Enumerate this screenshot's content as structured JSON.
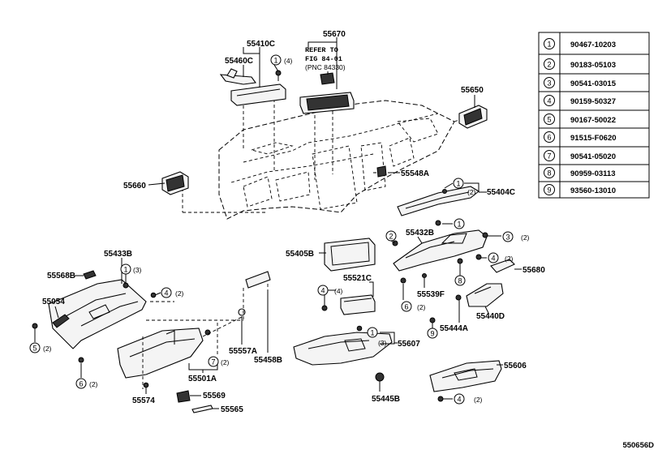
{
  "diagram_id": "550656D",
  "reference_note": {
    "line1": "REFER TO",
    "line2": "FIG 84-01",
    "line3": "(PNC 84330)"
  },
  "legend": [
    {
      "key": "1",
      "part_number": "90467-10203"
    },
    {
      "key": "2",
      "part_number": "90183-05103"
    },
    {
      "key": "3",
      "part_number": "90541-03015"
    },
    {
      "key": "4",
      "part_number": "90159-50327"
    },
    {
      "key": "5",
      "part_number": "90167-50022"
    },
    {
      "key": "6",
      "part_number": "91515-F0620"
    },
    {
      "key": "7",
      "part_number": "90541-05020"
    },
    {
      "key": "8",
      "part_number": "90959-03113"
    },
    {
      "key": "9",
      "part_number": "93560-13010"
    }
  ],
  "parts": {
    "p55410C": "55410C",
    "p55460C": "55460C",
    "p55670": "55670",
    "p55650": "55650",
    "p55660": "55660",
    "p55548A": "55548A",
    "p55404C": "55404C",
    "p55432B": "55432B",
    "p55433B": "55433B",
    "p55568B": "55568B",
    "p55054": "55054",
    "p55405B": "55405B",
    "p55521C": "55521C",
    "p55539F": "55539F",
    "p55680": "55680",
    "p55440D": "55440D",
    "p55444A": "55444A",
    "p55607": "55607",
    "p55557A": "55557A",
    "p55458B": "55458B",
    "p55501A": "55501A",
    "p55574": "55574",
    "p55569": "55569",
    "p55565": "55565",
    "p55445B": "55445B",
    "p55606": "55606"
  },
  "callouts": {
    "c1": {
      "key": "1",
      "qty": "(4)"
    },
    "c2": {
      "key": "1",
      "qty": "(2)"
    },
    "c3": {
      "key": "1",
      "qty": ""
    },
    "c4": {
      "key": "2",
      "qty": ""
    },
    "c5": {
      "key": "3",
      "qty": "(2)"
    },
    "c6": {
      "key": "4",
      "qty": "(2)"
    },
    "c7": {
      "key": "5",
      "qty": ""
    },
    "c8": {
      "key": "1",
      "qty": "(3)"
    },
    "c9": {
      "key": "4",
      "qty": "(2)"
    },
    "c10": {
      "key": "5",
      "qty": "(2)"
    },
    "c11": {
      "key": "6",
      "qty": "(2)"
    },
    "c12": {
      "key": "4",
      "qty": "(4)"
    },
    "c13": {
      "key": "6",
      "qty": "(2)"
    },
    "c14": {
      "key": "8",
      "qty": ""
    },
    "c15": {
      "key": "9",
      "qty": ""
    },
    "c16": {
      "key": "1",
      "qty": "(3)"
    },
    "c17": {
      "key": "7",
      "qty": "(2)"
    },
    "c18": {
      "key": "4",
      "qty": "(2)"
    }
  }
}
